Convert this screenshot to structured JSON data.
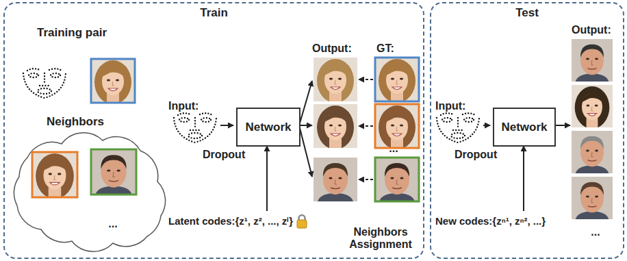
{
  "diagram": {
    "nodes": [
      {
        "text": [
          "Train"
        ]
      },
      {
        "text": [
          "Test"
        ]
      },
      {
        "text": [
          "Network"
        ],
        "in": 0
      },
      {
        "text": [
          "Network"
        ],
        "in": 1
      }
    ],
    "labels": [
      "Training pair",
      "Neighbors",
      "...",
      "Input:",
      "Dropout",
      "Latent codes:{z¹, z², ..., zⁱ}",
      "Output:",
      "GT:",
      "...",
      "Neighbors Assignment",
      "Input:",
      "Dropout",
      "New codes:{zⁿ¹, zⁿ², ...}",
      "Output:",
      "..."
    ]
  }
}
